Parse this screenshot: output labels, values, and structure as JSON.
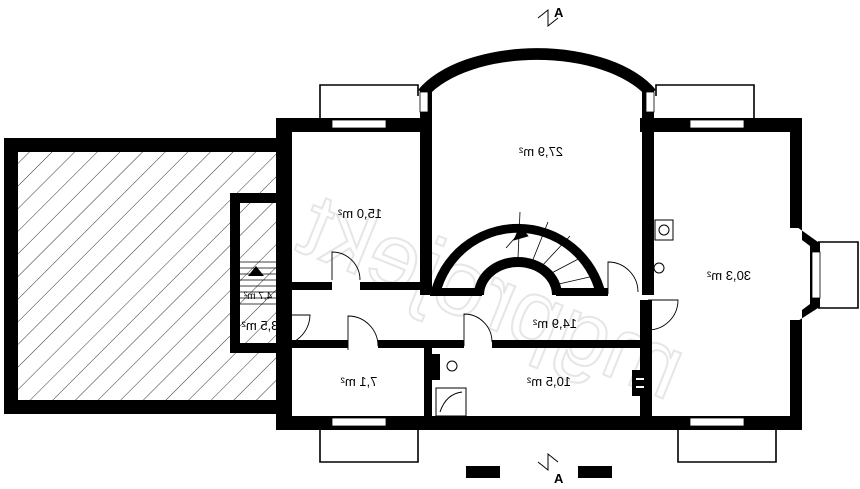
{
  "section_marks": {
    "top": "A",
    "bottom": "A"
  },
  "rooms": [
    {
      "id": "room-27-9",
      "area": "27,9 m²"
    },
    {
      "id": "room-15-0",
      "area": "15,0 m²"
    },
    {
      "id": "room-30-3",
      "area": "30,3 m²"
    },
    {
      "id": "room-14-9",
      "area": "14,9 m²"
    },
    {
      "id": "room-10-5",
      "area": "10,5 m²"
    },
    {
      "id": "room-7-1",
      "area": "7,1 m²"
    },
    {
      "id": "room-3-5",
      "area": "3,5 m²"
    },
    {
      "id": "room-4-7",
      "area": "4,7 m²"
    }
  ],
  "watermark": "mgprojekt"
}
